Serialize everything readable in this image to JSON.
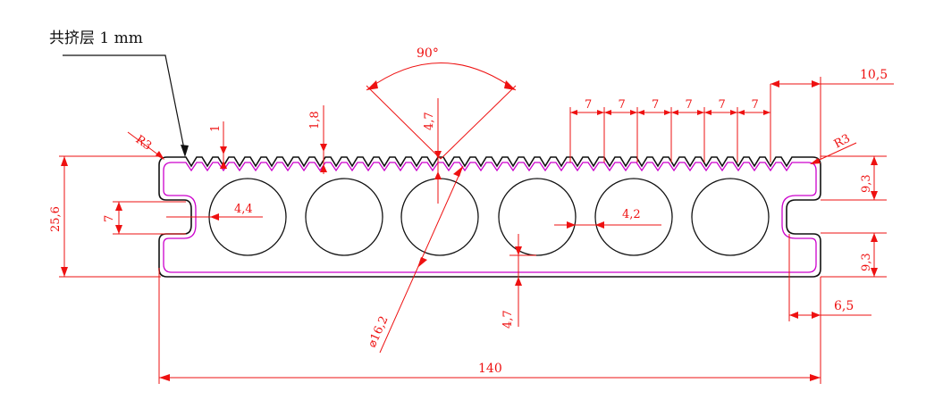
{
  "callout": {
    "label": "共挤层 1 mm"
  },
  "angle": {
    "label": "90°"
  },
  "dims": {
    "top_thickness": "1",
    "groove_depth": "1,8",
    "cut_depth": "4,7",
    "groove_pitch": [
      "7",
      "7",
      "7",
      "7",
      "7",
      "7"
    ],
    "end_gap": "10,5",
    "radius_left": "R3",
    "radius_right": "R3",
    "height": "25,6",
    "slot_left": "7",
    "hole_spacing_left": "4,4",
    "hole_spacing_right": "4,2",
    "slot_upper": "9,3",
    "slot_lower": "9,3",
    "tongue_width": "6,5",
    "hole_diameter": "⌀16,2",
    "bottom_thickness": "4,7",
    "width": "140"
  },
  "colors": {
    "dimension": "#ee1111",
    "outline": "#111111",
    "coex_layer": "#cc00cc"
  }
}
